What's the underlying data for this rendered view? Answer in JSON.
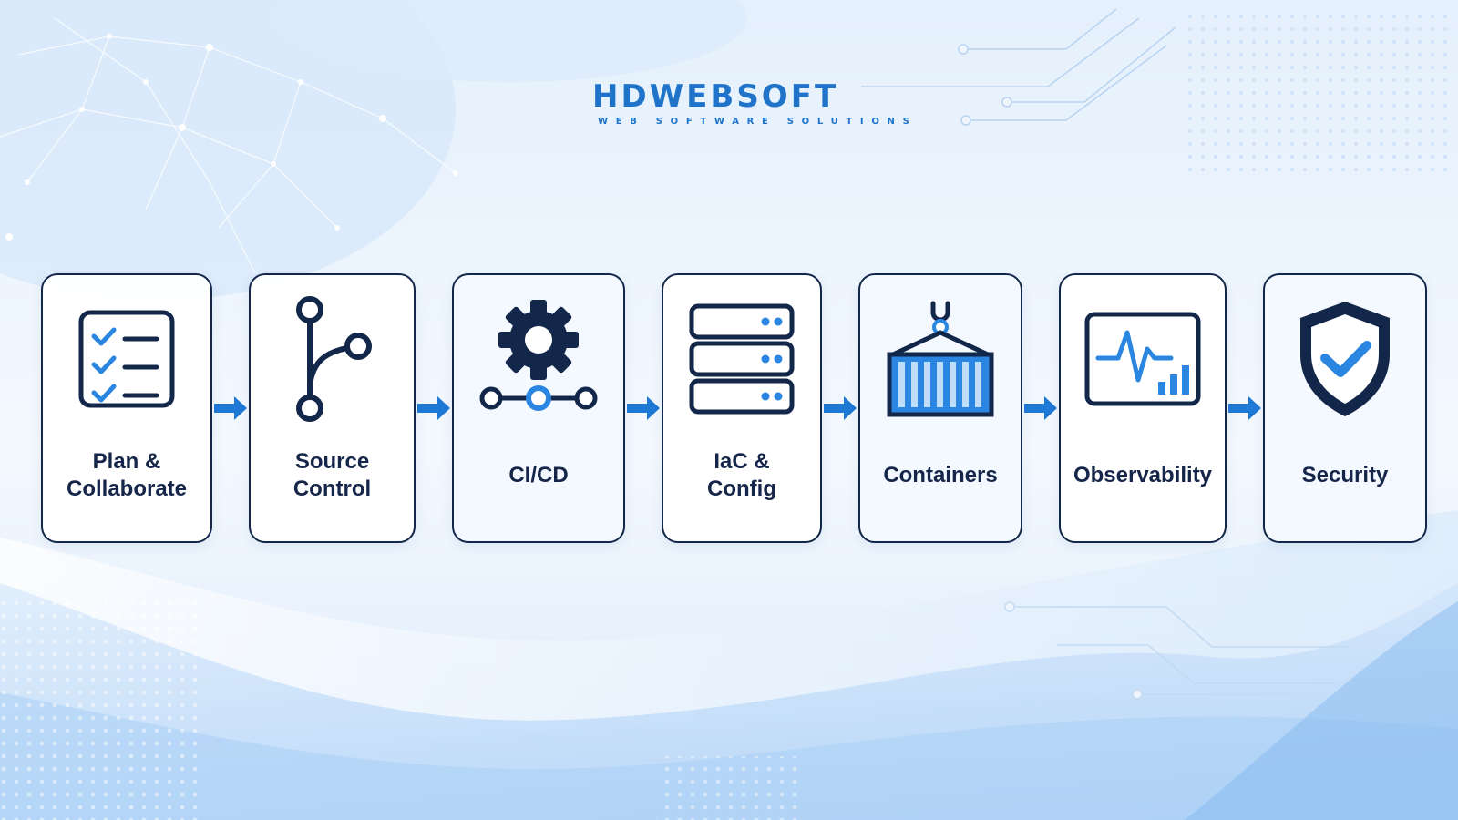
{
  "brand": {
    "name": "HDWEBSOFT",
    "tagline": "WEB SOFTWARE SOLUTIONS"
  },
  "colors": {
    "accent": "#1f74c9",
    "arrow": "#1e78d6",
    "dark": "#13274a",
    "icon_blue": "#2a86e0"
  },
  "steps": [
    {
      "label": "Plan &\nCollaborate",
      "icon": "checklist-icon"
    },
    {
      "label": "Source\nControl",
      "icon": "git-branch-icon"
    },
    {
      "label": "CI/CD",
      "icon": "gear-pipeline-icon"
    },
    {
      "label": "IaC &\nConfig",
      "icon": "server-stack-icon"
    },
    {
      "label": "Containers",
      "icon": "shipping-container-icon"
    },
    {
      "label": "Observability",
      "icon": "monitor-heartbeat-icon"
    },
    {
      "label": "Security",
      "icon": "shield-check-icon"
    }
  ]
}
